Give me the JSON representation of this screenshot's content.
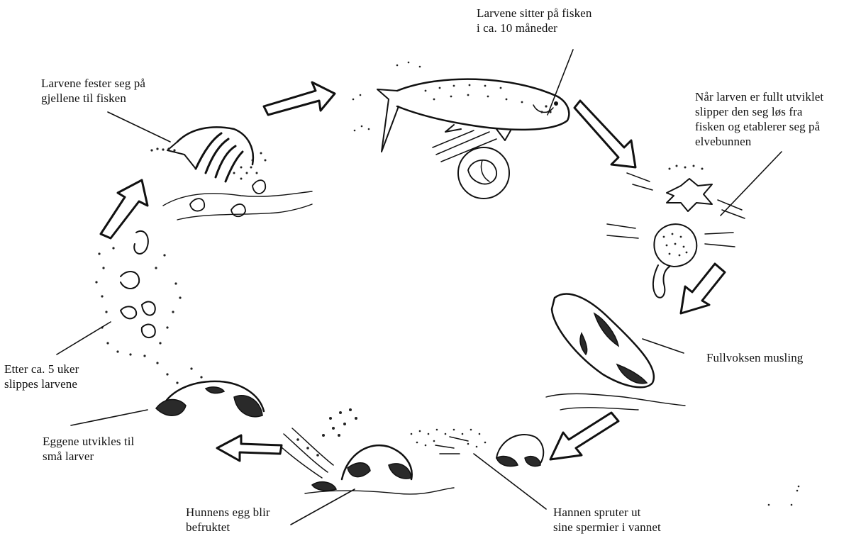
{
  "labels": {
    "fish_duration": "Larvene sitter på fisken\ni ca. 10 måneder",
    "attach_gills": "Larvene fester seg på\ngjellene til fisken",
    "release_fish": "Når larven er fullt utviklet\nslipper den seg løs fra\nfisken og etablerer seg på\nelvebunnen",
    "adult": "Fullvoksen musling",
    "release_larvae": "Etter ca. 5 uker\nslippes larvene",
    "eggs_develop": "Eggene utvikles til\nsmå larver",
    "fertilized": "Hunnens egg blir\nbefruktet",
    "male_sperm": "Hannen spruter ut\nsine spermier i vannet"
  }
}
